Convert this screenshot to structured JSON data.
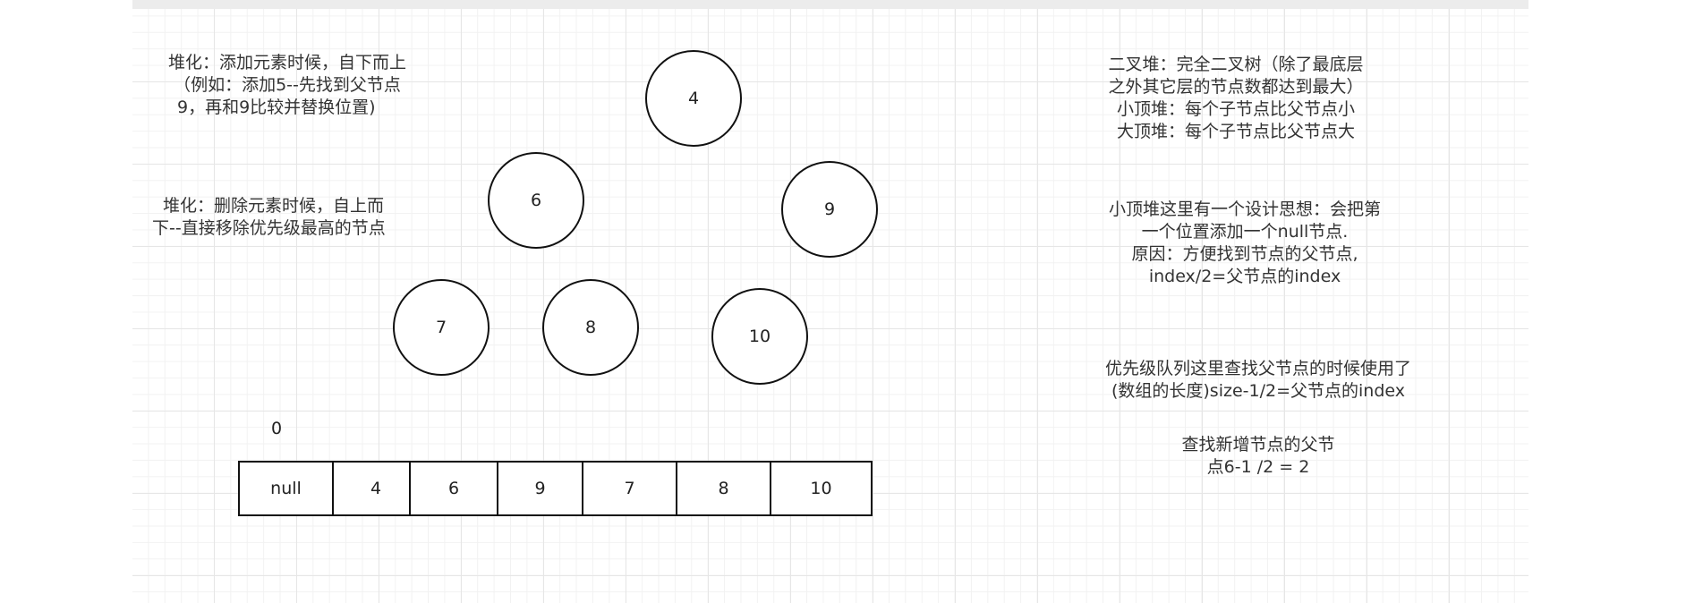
{
  "notes": {
    "heapify_add": [
      "堆化：添加元素时候，自下而上",
      "（例如：添加5--先找到父节点",
      "9，再和9比较并替换位置)"
    ],
    "heapify_delete": [
      "堆化：删除元素时候，自上而",
      "下--直接移除优先级最高的节点"
    ],
    "binary_heap": [
      "二叉堆：完全二叉树（除了最底层",
      "之外其它层的节点数都达到最大）",
      "小顶堆：每个子节点比父节点小",
      "大顶堆：每个子节点比父节点大"
    ],
    "min_heap_design": [
      "小顶堆这里有一个设计思想：会把第",
      "一个位置添加一个null节点.",
      "原因：方便找到节点的父节点,",
      "index/2=父节点的index"
    ],
    "priority_queue": [
      "优先级队列这里查找父节点的时候使用了",
      "(数组的长度)size-1/2=父节点的index"
    ],
    "find_parent": [
      "查找新增节点的父节",
      "点6-1 /2 = 2"
    ]
  },
  "tree_nodes": [
    "4",
    "6",
    "9",
    "7",
    "8",
    "10"
  ],
  "array": {
    "index_label": "0",
    "cells": [
      "null",
      "4",
      "6",
      "9",
      "7",
      "8",
      "10"
    ]
  }
}
